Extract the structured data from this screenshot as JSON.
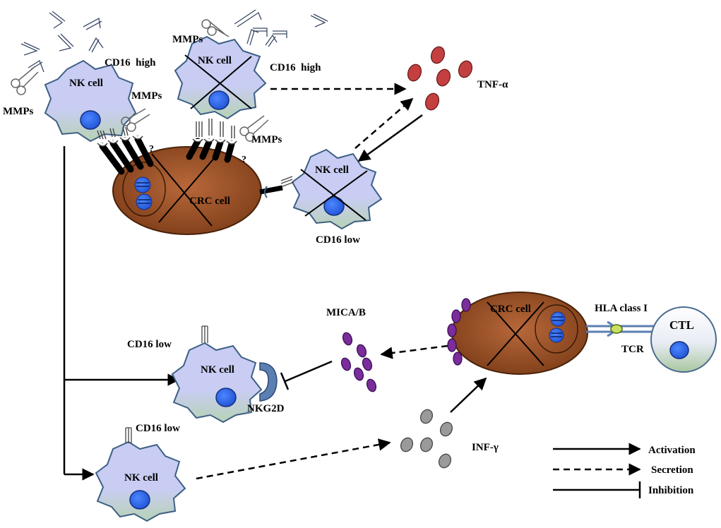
{
  "labels": {
    "nk_cell": "NK cell",
    "crc_cell": "CRC cell",
    "ctl": "CTL",
    "mmps": "MMPs",
    "cd16_high": "CD16  high",
    "cd16_low": "CD16 low",
    "question": "?",
    "tnf_alpha": "TNF-α",
    "mica_b": "MICA/B",
    "hla_class_i": "HLA class I",
    "tcr": "TCR",
    "nkg2d": "NKG2D",
    "inf_gamma": "INF-γ"
  },
  "legend": {
    "activation": "Activation",
    "secretion": "Secretion",
    "inhibition": "Inhibition"
  },
  "colors": {
    "nk_fill_top": "#c9cdf3",
    "nk_fill_bottom": "#b8d4b8",
    "nk_stroke": "#3d5f85",
    "nucleus": "#2a5fe0",
    "crc_fill": "#8f4a22",
    "tnf": "#c44040",
    "mica": "#7b2d9b",
    "inf": "#9a9a9a",
    "receptor": "#5b7fb0"
  }
}
